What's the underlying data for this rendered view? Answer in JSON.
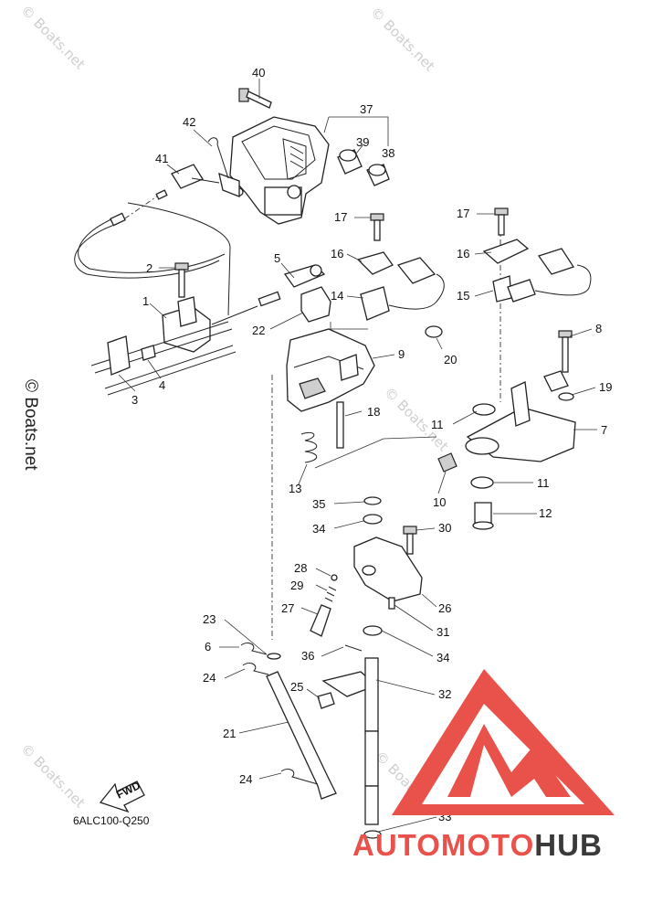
{
  "watermark": {
    "text": "© Boats.net"
  },
  "diagram_code": "6ALC100-Q250",
  "fwd_label": "FWD",
  "logo": {
    "word_a": "AUTOMOTO",
    "word_b": "HUB",
    "color_a": "#e8524a",
    "color_b": "#3a3a3a",
    "triangle_color": "#e8524a",
    "accent_color": "#f5b971"
  },
  "callouts": [
    "40",
    "42",
    "37",
    "39",
    "38",
    "41",
    "17",
    "17",
    "16",
    "16",
    "5",
    "2",
    "14",
    "15",
    "8",
    "1",
    "22",
    "9",
    "20",
    "19",
    "3",
    "4",
    "18",
    "11",
    "7",
    "13",
    "10",
    "11",
    "35",
    "12",
    "34",
    "30",
    "28",
    "29",
    "26",
    "27",
    "31",
    "23",
    "6",
    "36",
    "34",
    "24",
    "25",
    "32",
    "21",
    "24",
    "33"
  ]
}
